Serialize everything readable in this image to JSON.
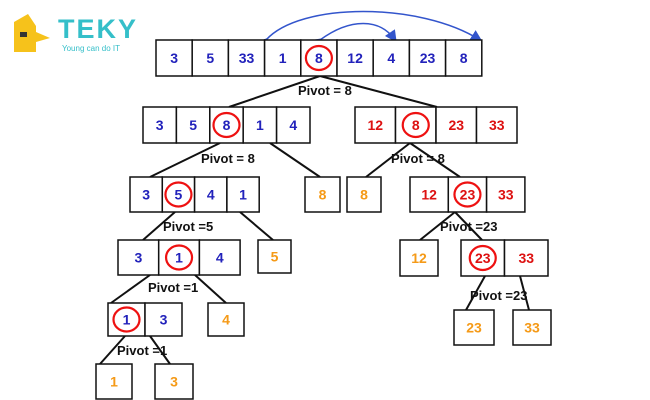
{
  "logo": {
    "word": "TEKY",
    "tagline": "Young can do IT"
  },
  "colors": {
    "blue": "#2222bb",
    "red": "#dd1111",
    "orange": "#f59a17",
    "pivot_circle": "#ee1111",
    "box_border": "#111111",
    "arrow": "#3355cc",
    "logo_yellow": "#f6c21b",
    "logo_teal": "#35bfc9"
  },
  "arrays": [
    {
      "id": "root",
      "values": [
        "3",
        "5",
        "33",
        "1",
        "8",
        "12",
        "4",
        "23",
        "8"
      ],
      "color": "blue",
      "pivot_index": 4
    },
    {
      "id": "l1",
      "values": [
        "3",
        "5",
        "8",
        "1",
        "4"
      ],
      "color": "blue",
      "pivot_index": 2
    },
    {
      "id": "r1",
      "values": [
        "12",
        "8",
        "23",
        "33"
      ],
      "color": "red",
      "pivot_index": 1
    },
    {
      "id": "l2",
      "values": [
        "3",
        "5",
        "4",
        "1"
      ],
      "color": "blue",
      "pivot_index": 1
    },
    {
      "id": "eq8a",
      "values": [
        "8"
      ],
      "color": "orange",
      "pivot_index": -1
    },
    {
      "id": "eq8b",
      "values": [
        "8"
      ],
      "color": "orange",
      "pivot_index": -1
    },
    {
      "id": "r2",
      "values": [
        "12",
        "23",
        "33"
      ],
      "color": "red",
      "pivot_index": 1
    },
    {
      "id": "l3",
      "values": [
        "3",
        "1",
        "4"
      ],
      "color": "blue",
      "pivot_index": 1
    },
    {
      "id": "eq5",
      "values": [
        "5"
      ],
      "color": "orange",
      "pivot_index": -1
    },
    {
      "id": "s12",
      "values": [
        "12"
      ],
      "color": "orange",
      "pivot_index": -1
    },
    {
      "id": "r3",
      "values": [
        "23",
        "33"
      ],
      "color": "red",
      "pivot_index": 0
    },
    {
      "id": "l4",
      "values": [
        "1",
        "3"
      ],
      "color": "blue",
      "pivot_index": 0
    },
    {
      "id": "s4",
      "values": [
        "4"
      ],
      "color": "orange",
      "pivot_index": -1
    },
    {
      "id": "s23",
      "values": [
        "23"
      ],
      "color": "orange",
      "pivot_index": -1
    },
    {
      "id": "s33",
      "values": [
        "33"
      ],
      "color": "orange",
      "pivot_index": -1
    },
    {
      "id": "s1",
      "values": [
        "1"
      ],
      "color": "orange",
      "pivot_index": -1
    },
    {
      "id": "s3",
      "values": [
        "3"
      ],
      "color": "orange",
      "pivot_index": -1
    }
  ],
  "pivot_labels": [
    "Pivot = 8",
    "Pivot = 8",
    "Pivot = 8",
    "Pivot =5",
    "Pivot =23",
    "Pivot =1",
    "Pivot =23",
    "Pivot =1"
  ],
  "edges": [
    [
      "root",
      "l1"
    ],
    [
      "root",
      "r1"
    ],
    [
      "l1",
      "l2"
    ],
    [
      "l1",
      "eq8a"
    ],
    [
      "r1",
      "eq8b"
    ],
    [
      "r1",
      "r2"
    ],
    [
      "l2",
      "l3"
    ],
    [
      "l2",
      "eq5"
    ],
    [
      "r2",
      "s12"
    ],
    [
      "r2",
      "r3"
    ],
    [
      "l3",
      "l4"
    ],
    [
      "l3",
      "s4"
    ],
    [
      "r3",
      "s23"
    ],
    [
      "r3",
      "s33"
    ],
    [
      "l4",
      "s1"
    ],
    [
      "l4",
      "s3"
    ]
  ]
}
